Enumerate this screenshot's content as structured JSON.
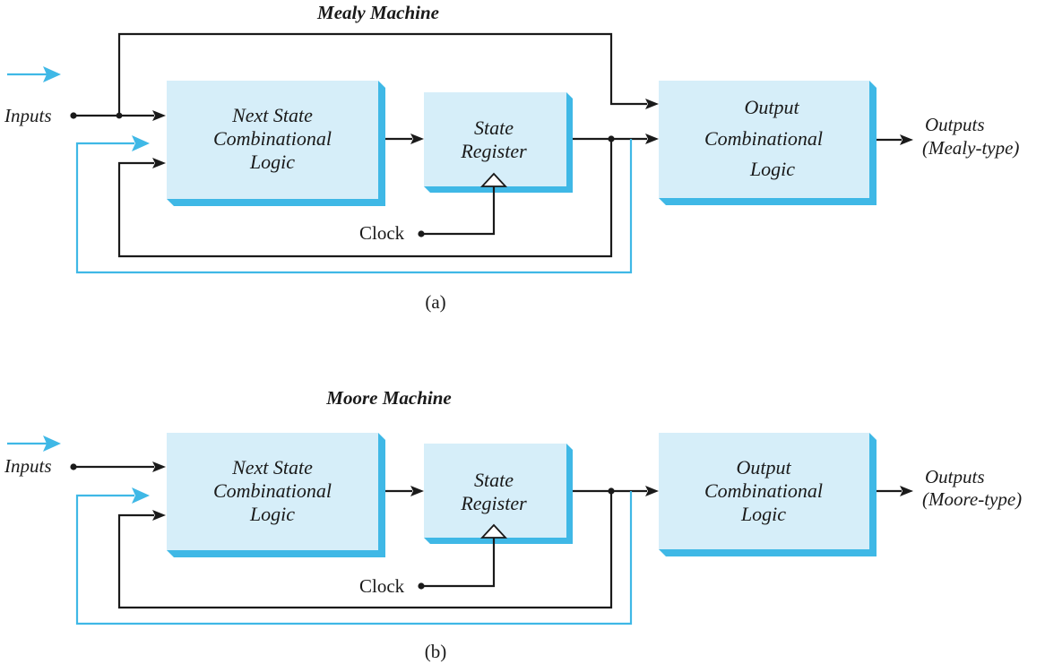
{
  "diagram_a": {
    "title": "Mealy Machine",
    "caption": "(a)",
    "inputs_label": "Inputs",
    "clock_label": "Clock",
    "next_state": [
      "Next State",
      "Combinational",
      "Logic"
    ],
    "state_register": [
      "State",
      "Register"
    ],
    "output_logic": [
      "Output",
      "Combinational",
      "Logic"
    ],
    "outputs": [
      "Outputs",
      "(Mealy-type)"
    ]
  },
  "diagram_b": {
    "title": "Moore Machine",
    "caption": "(b)",
    "inputs_label": "Inputs",
    "clock_label": "Clock",
    "next_state": [
      "Next State",
      "Combinational",
      "Logic"
    ],
    "state_register": [
      "State",
      "Register"
    ],
    "output_logic": [
      "Output",
      "Combinational",
      "Logic"
    ],
    "outputs": [
      "Outputs",
      "(Moore-type)"
    ]
  },
  "colors": {
    "box_fill": "#d6eef9",
    "accent_blue": "#3fb8e6",
    "line": "#1a1a1a"
  }
}
